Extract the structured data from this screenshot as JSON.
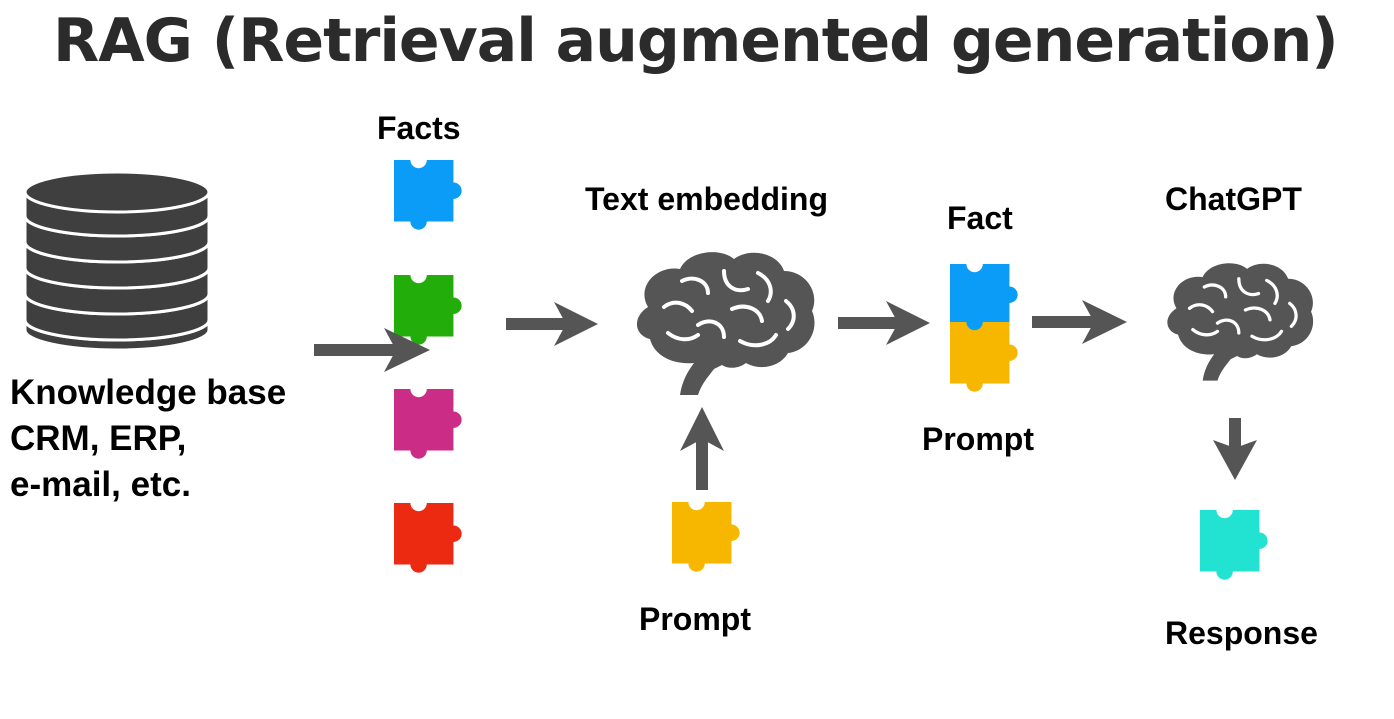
{
  "title": "RAG (Retrieval augmented generation)",
  "knowledge_base": {
    "lines": [
      "Knowledge base",
      "CRM, ERP,",
      "e-mail, etc."
    ],
    "icon": "database-icon"
  },
  "facts": {
    "label": "Facts",
    "pieces": [
      {
        "name": "fact-piece-blue",
        "color": "#0a9cf7"
      },
      {
        "name": "fact-piece-green",
        "color": "#22ad0b"
      },
      {
        "name": "fact-piece-magenta",
        "color": "#cb2c85"
      },
      {
        "name": "fact-piece-red",
        "color": "#ec2a12"
      }
    ]
  },
  "embedding": {
    "label": "Text embedding",
    "icon": "brain-icon"
  },
  "prompt_input": {
    "label": "Prompt",
    "color": "#f7b600"
  },
  "combined": {
    "fact_label": "Fact",
    "prompt_label": "Prompt",
    "fact_color": "#0a9cf7",
    "prompt_color": "#f7b600"
  },
  "chatgpt": {
    "label": "ChatGPT",
    "icon": "brain-icon"
  },
  "response": {
    "label": "Response",
    "color": "#22e3d2"
  },
  "colors": {
    "arrow": "#555555",
    "brain": "#555555",
    "database": "#3f3f3f",
    "title": "#2b2b2b"
  }
}
